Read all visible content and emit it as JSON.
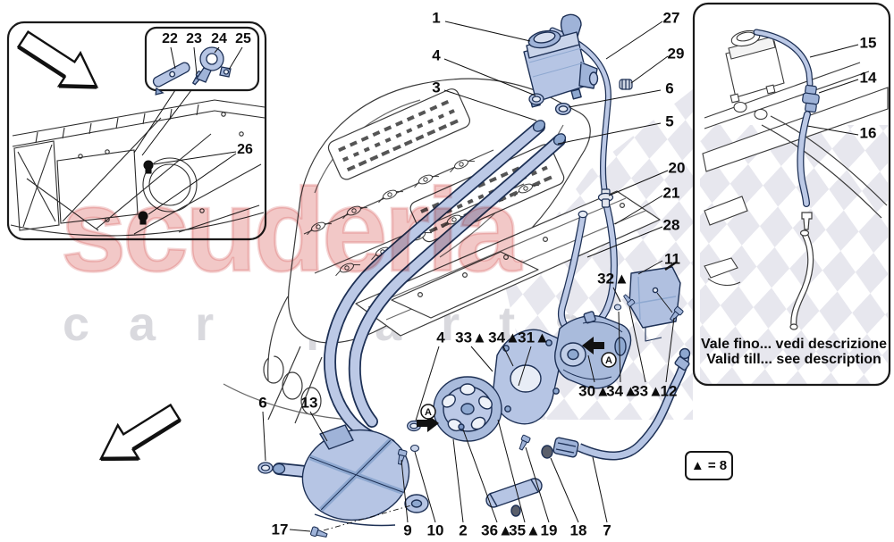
{
  "watermark": {
    "title": "scuderia",
    "subtitle": "car parts"
  },
  "legend": {
    "label": "▲ = 8"
  },
  "markers": {
    "a": "A"
  },
  "panel": {
    "caption_line1": "Vale fino... vedi descrizione",
    "caption_line2": "Valid till... see description",
    "callouts": [
      "15",
      "14",
      "16"
    ]
  },
  "inset": {
    "callouts": [
      "22",
      "23",
      "24",
      "25",
      "26"
    ]
  },
  "callouts": [
    "1",
    "4",
    "3",
    "27",
    "29",
    "6",
    "5",
    "20",
    "21",
    "28",
    "11",
    "32▲",
    "4",
    "33▲",
    "34▲",
    "31▲",
    "30▲",
    "34▲",
    "33▲",
    "12",
    "9",
    "10",
    "2",
    "36▲",
    "35▲",
    "19",
    "18",
    "7",
    "6",
    "13",
    "17"
  ]
}
